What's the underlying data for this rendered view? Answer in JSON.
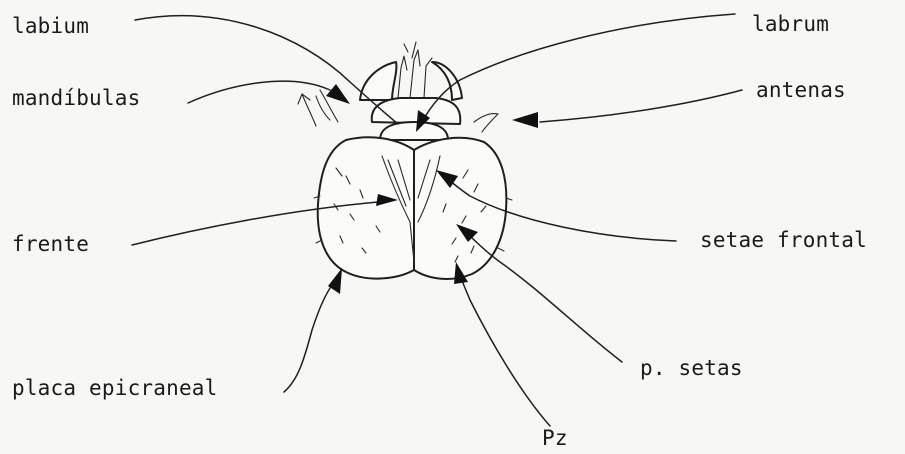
{
  "labels": {
    "labium": "labium",
    "mandibulas": "mandíbulas",
    "frente": "frente",
    "placa_epicraneal": "placa epicraneal",
    "labrum": "labrum",
    "antenas": "antenas",
    "setae_frontal": "setae frontal",
    "p_setas": "p. setas",
    "pz": "Pz"
  },
  "colors": {
    "background": "#f7f7f5",
    "ink": "#1f1f1f"
  }
}
